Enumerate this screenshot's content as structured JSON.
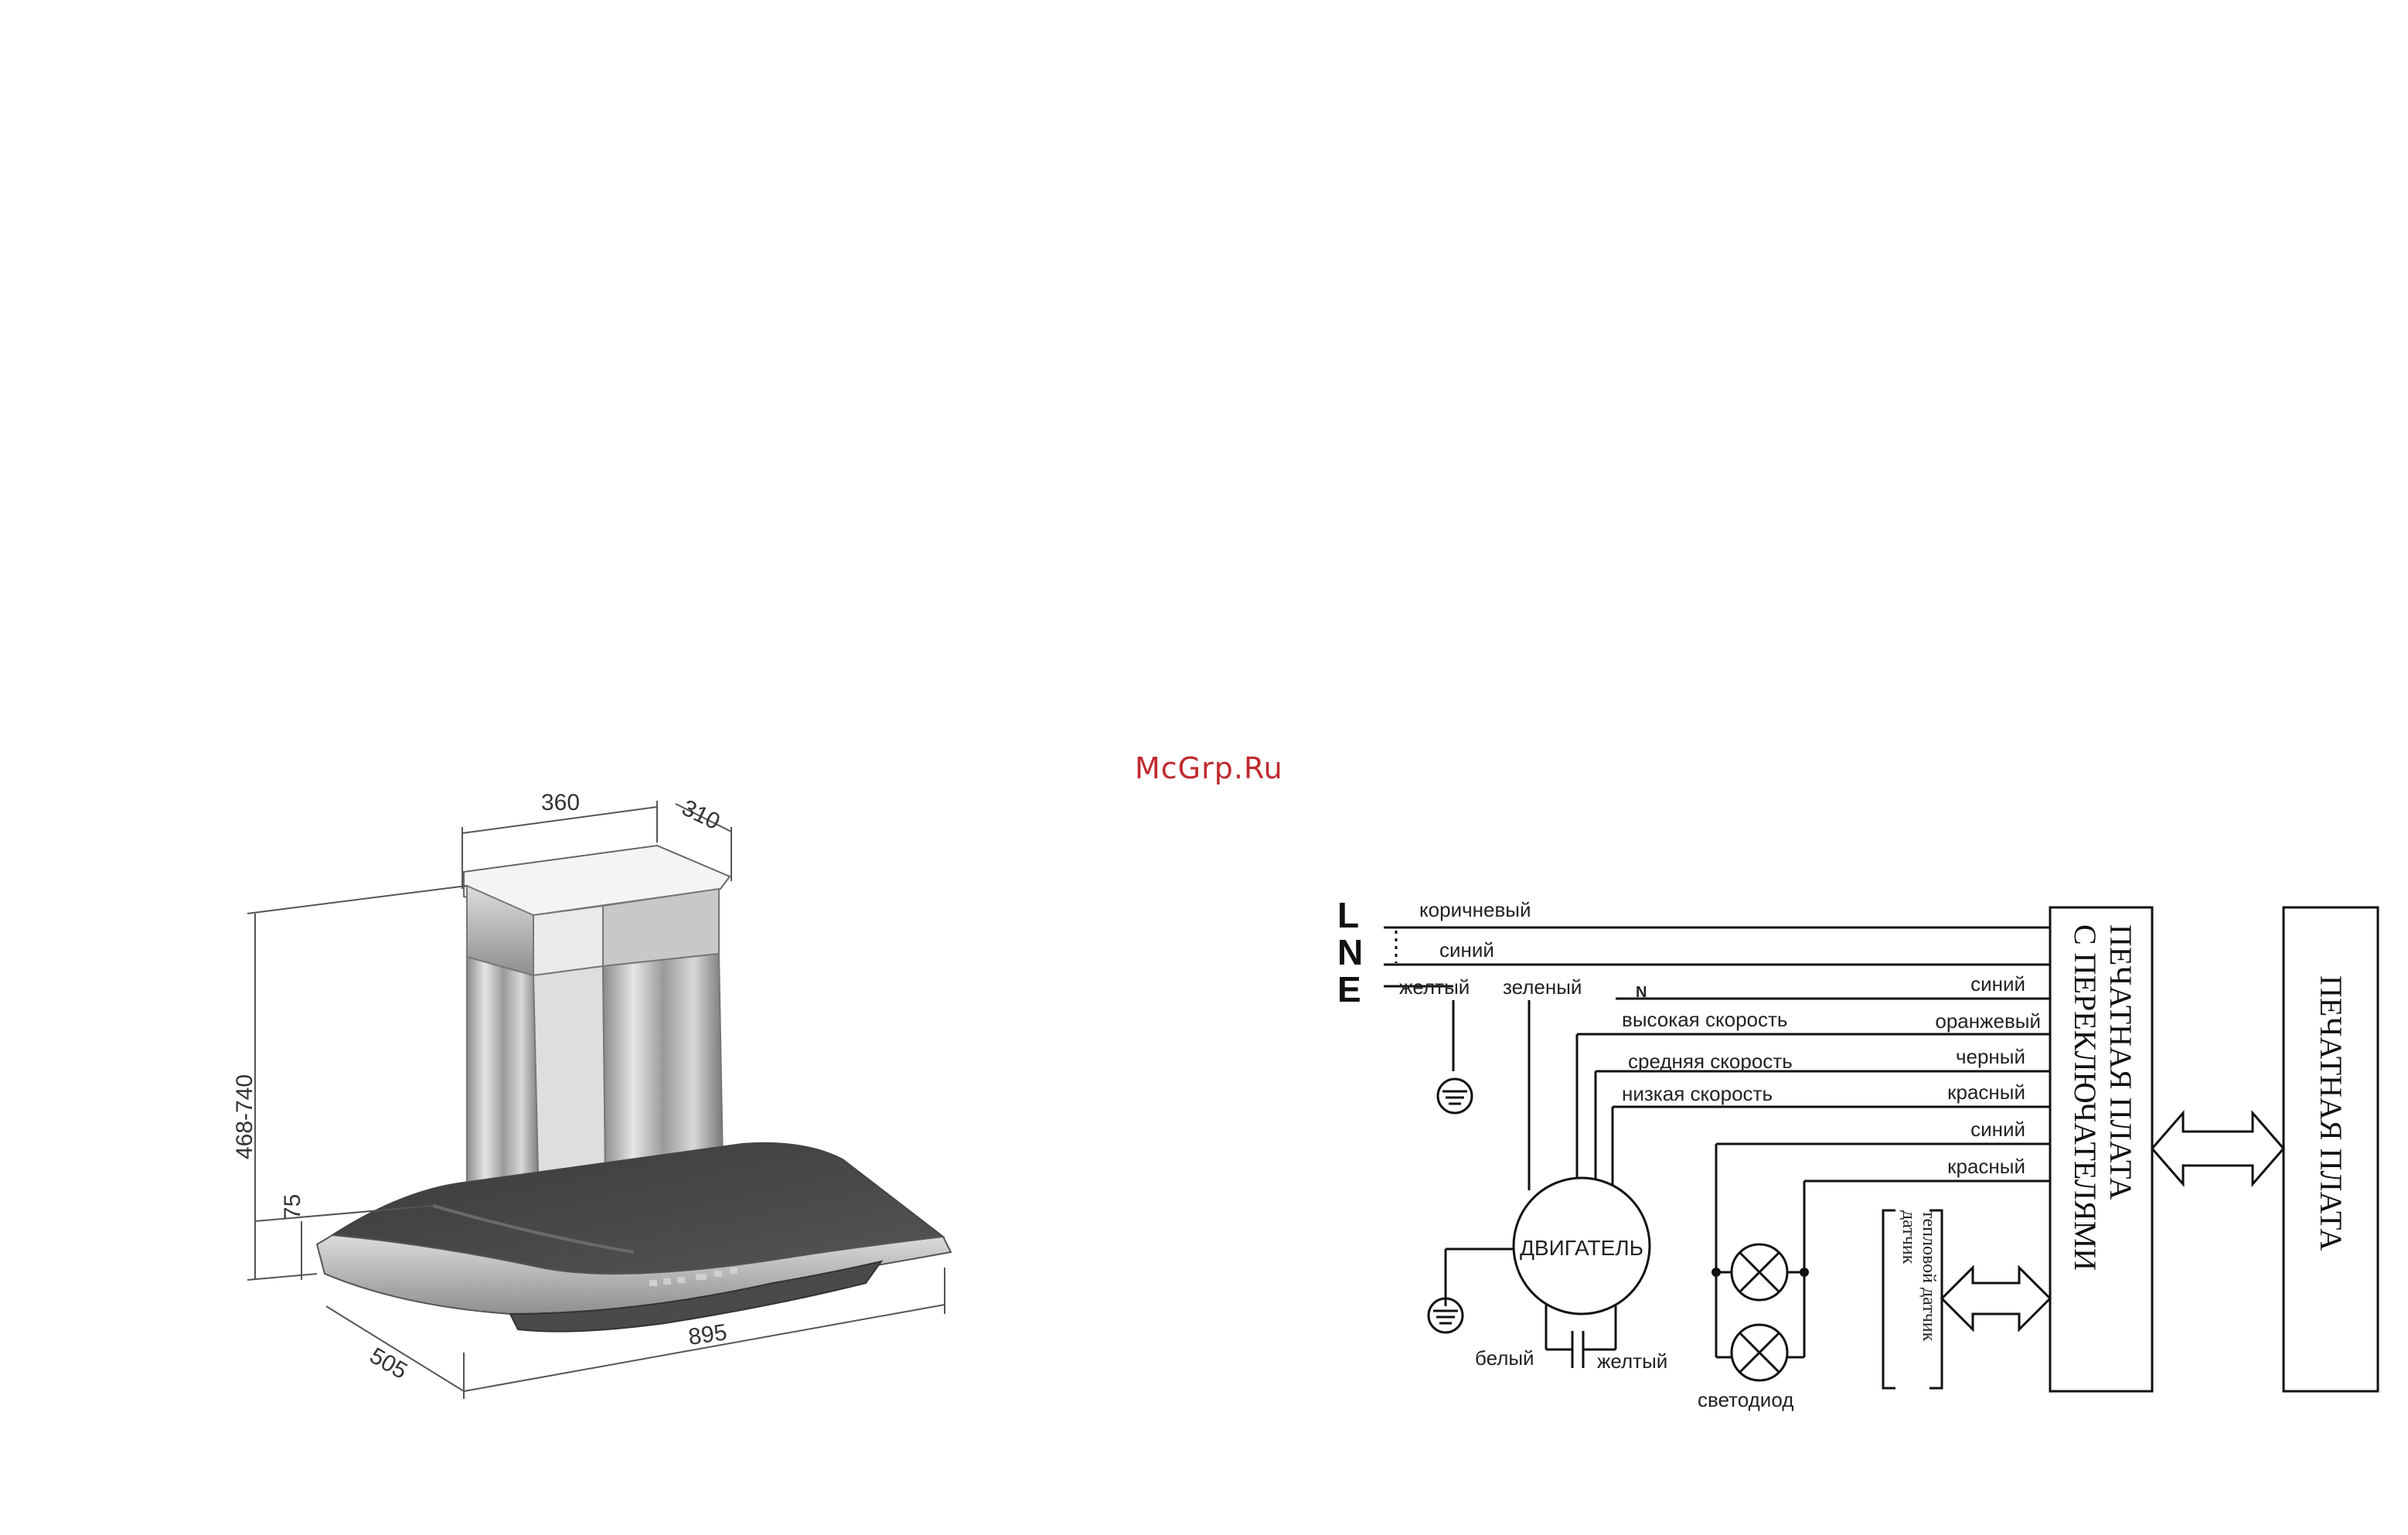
{
  "watermark": "McGrp.Ru",
  "hood": {
    "dim_top_width": "360",
    "dim_top_depth": "310",
    "dim_height_range": "468-740",
    "dim_canopy_height": "75",
    "dim_depth": "505",
    "dim_width": "895"
  },
  "wiring": {
    "terminals": {
      "l": "L",
      "n": "N",
      "e": "E"
    },
    "left_labels": {
      "brown": "коричневый",
      "blue": "синий",
      "yellow": "желтый",
      "green": "зеленый",
      "n_mark": "N",
      "high_speed": "высокая скорость",
      "medium_speed": "средняя скорость",
      "low_speed": "низкая скорость"
    },
    "right_labels": {
      "blue1": "синий",
      "orange": "оранжевый",
      "black": "черный",
      "red1": "красный",
      "blue2": "синий",
      "red2": "красный"
    },
    "motor": "ДВИГАТЕЛЬ",
    "capacitor_white": "белый",
    "capacitor_yellow": "желтый",
    "led": "светодиод",
    "sensor": "датчик",
    "thermal_sensor": "тепловой датчик",
    "switch_board_line1": "ПЕЧАТНАЯ ПЛАТА",
    "switch_board_line2": "С ПЕРЕКЛЮЧАТЕЛЯМИ",
    "main_board": "ПЕЧАТНАЯ ПЛАТА"
  },
  "colors": {
    "watermark": "#c0292e",
    "line": "#111111"
  }
}
